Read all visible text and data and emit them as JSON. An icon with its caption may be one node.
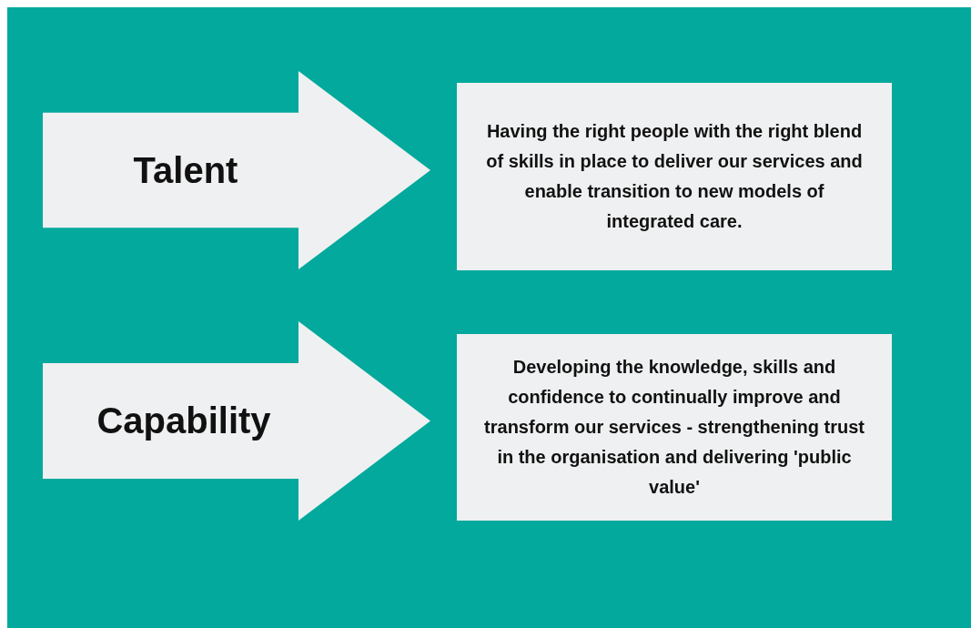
{
  "diagram": {
    "nodes": [
      {
        "text": [
          "Talent"
        ]
      },
      {
        "text": [
          "Having the right people with the right blend of skills in place to deliver our services and enable transition to new models of integrated care."
        ]
      },
      {
        "text": [
          "Capability"
        ]
      },
      {
        "text": [
          "Developing the knowledge, skills and confidence to continually improve and transform our services - strengthening trust in the organisation and delivering 'public value'"
        ]
      }
    ]
  }
}
